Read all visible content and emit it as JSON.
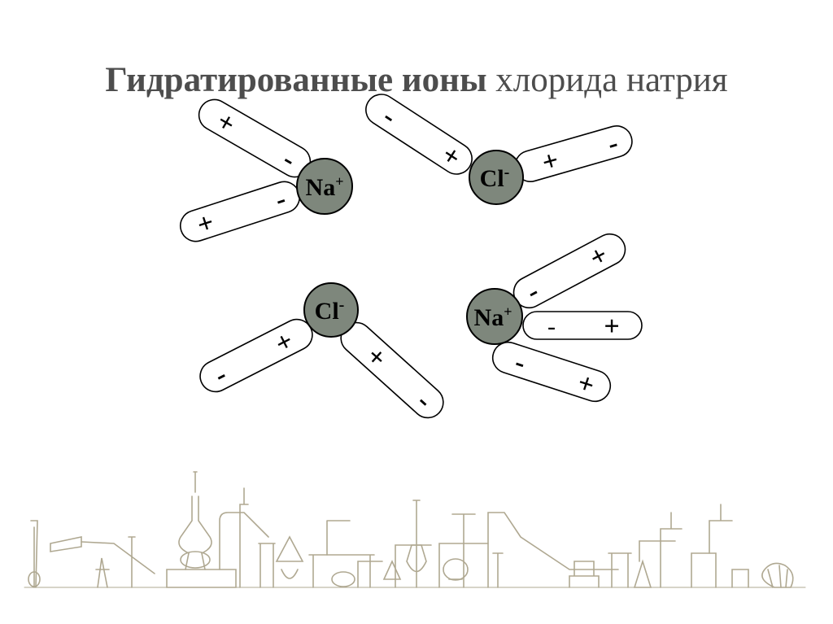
{
  "title": {
    "bold": "Гидратированные ионы",
    "regular": "хлорида натрия"
  },
  "ions": {
    "na_top": {
      "symbol": "Na",
      "charge": "+"
    },
    "cl_top": {
      "symbol": "Cl",
      "charge": "-"
    },
    "cl_bottom": {
      "symbol": "Cl",
      "charge": "-"
    },
    "na_bottom": {
      "symbol": "Na",
      "charge": "+"
    }
  },
  "signs": {
    "plus": "+",
    "minus": "-"
  },
  "colors": {
    "ion_fill": "#7e877c",
    "outline": "#000000",
    "title": "#4d4d4d",
    "decor": "#a79f86"
  }
}
